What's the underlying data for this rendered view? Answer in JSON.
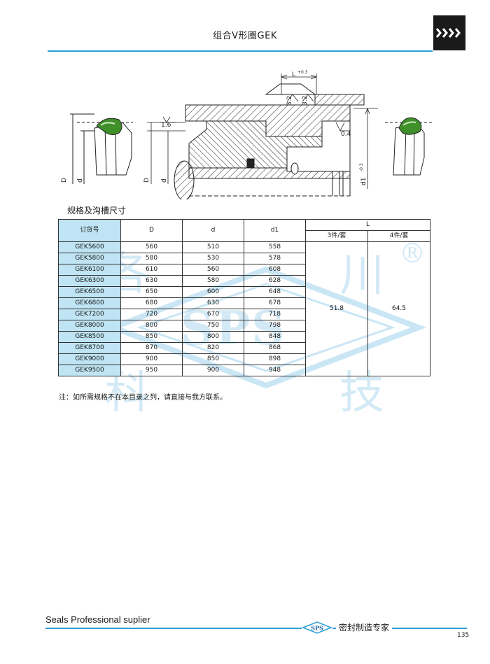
{
  "header": {
    "title": "组合V形圈GEK"
  },
  "drawing": {
    "dim_L": "L",
    "dim_L_tol": "+0.3",
    "dim_32a": "3.2",
    "dim_32b": "3.2",
    "dim_16": "1.6",
    "dim_04": "0.4",
    "label_D_left": "D",
    "label_d_left": "d",
    "label_D_mid": "D",
    "label_d_mid": "d",
    "label_d1": "d1",
    "label_d1_tol": "-0.3",
    "seal_color": "#3f8f2a"
  },
  "section": {
    "title": "规格及沟槽尺寸"
  },
  "table": {
    "headers": {
      "code": "订货号",
      "D": "D",
      "d": "d",
      "d1": "d1",
      "L": "L",
      "L3": "3件/套",
      "L4": "4件/套"
    },
    "rows": [
      {
        "code": "GEK5600",
        "D": "560",
        "d": "510",
        "d1": "558"
      },
      {
        "code": "GEK5800",
        "D": "580",
        "d": "530",
        "d1": "578"
      },
      {
        "code": "GEK6100",
        "D": "610",
        "d": "560",
        "d1": "608"
      },
      {
        "code": "GEK6300",
        "D": "630",
        "d": "580",
        "d1": "628"
      },
      {
        "code": "GEK6500",
        "D": "650",
        "d": "600",
        "d1": "648"
      },
      {
        "code": "GEK6800",
        "D": "680",
        "d": "630",
        "d1": "678"
      },
      {
        "code": "GEK7200",
        "D": "720",
        "d": "670",
        "d1": "718"
      },
      {
        "code": "GEK8000",
        "D": "800",
        "d": "750",
        "d1": "798"
      },
      {
        "code": "GEK8500",
        "D": "850",
        "d": "800",
        "d1": "848"
      },
      {
        "code": "GEK8700",
        "D": "870",
        "d": "820",
        "d1": "868"
      },
      {
        "code": "GEK9000",
        "D": "900",
        "d": "850",
        "d1": "898"
      },
      {
        "code": "GEK9500",
        "D": "950",
        "d": "900",
        "d1": "948"
      }
    ],
    "L3_value": "51.8",
    "L4_value": "64.5"
  },
  "watermark": {
    "brand": "SPS",
    "char_1": "各",
    "char_2": "川",
    "char_3": "科",
    "char_4": "技",
    "registered": "®"
  },
  "note": "注：如所需规格不在本目录之列，请直接与我方联系。",
  "footer": {
    "left": "Seals Professional suplier",
    "badge": "SPS",
    "right": "密封制造专家",
    "page_number": "135"
  }
}
